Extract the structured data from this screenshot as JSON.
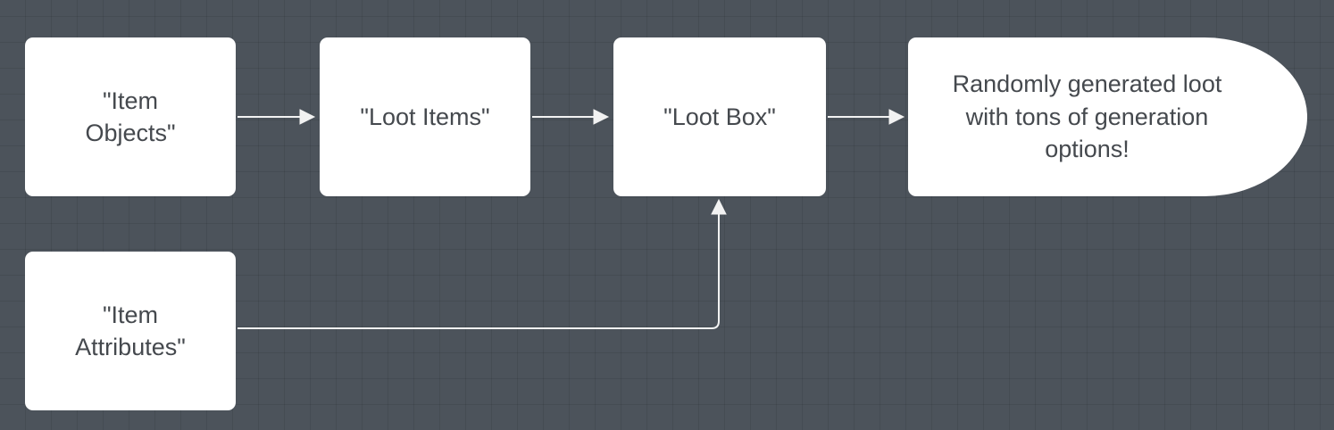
{
  "canvas": {
    "background": "#4c535b",
    "grid_color": "rgba(0,0,0,0.09)"
  },
  "diagram": {
    "nodes": [
      {
        "id": "item-objects",
        "label": "\"Item\nObjects\"",
        "shape": "rounded-rect"
      },
      {
        "id": "loot-items",
        "label": "\"Loot Items\"",
        "shape": "rounded-rect"
      },
      {
        "id": "loot-box",
        "label": "\"Loot Box\"",
        "shape": "rounded-rect"
      },
      {
        "id": "loot-output",
        "label": "Randomly generated loot\nwith tons of generation\noptions!",
        "shape": "terminator-right"
      },
      {
        "id": "item-attributes",
        "label": "\"Item\nAttributes\"",
        "shape": "rounded-rect"
      }
    ],
    "edges": [
      {
        "from": "item-objects",
        "to": "loot-items",
        "type": "straight-arrow"
      },
      {
        "from": "loot-items",
        "to": "loot-box",
        "type": "straight-arrow"
      },
      {
        "from": "loot-box",
        "to": "loot-output",
        "type": "straight-arrow"
      },
      {
        "from": "item-attributes",
        "to": "loot-box",
        "type": "elbow-arrow"
      }
    ],
    "colors": {
      "node_fill": "#ffffff",
      "node_text": "#45494e",
      "connector": "#f2f2f2"
    }
  }
}
